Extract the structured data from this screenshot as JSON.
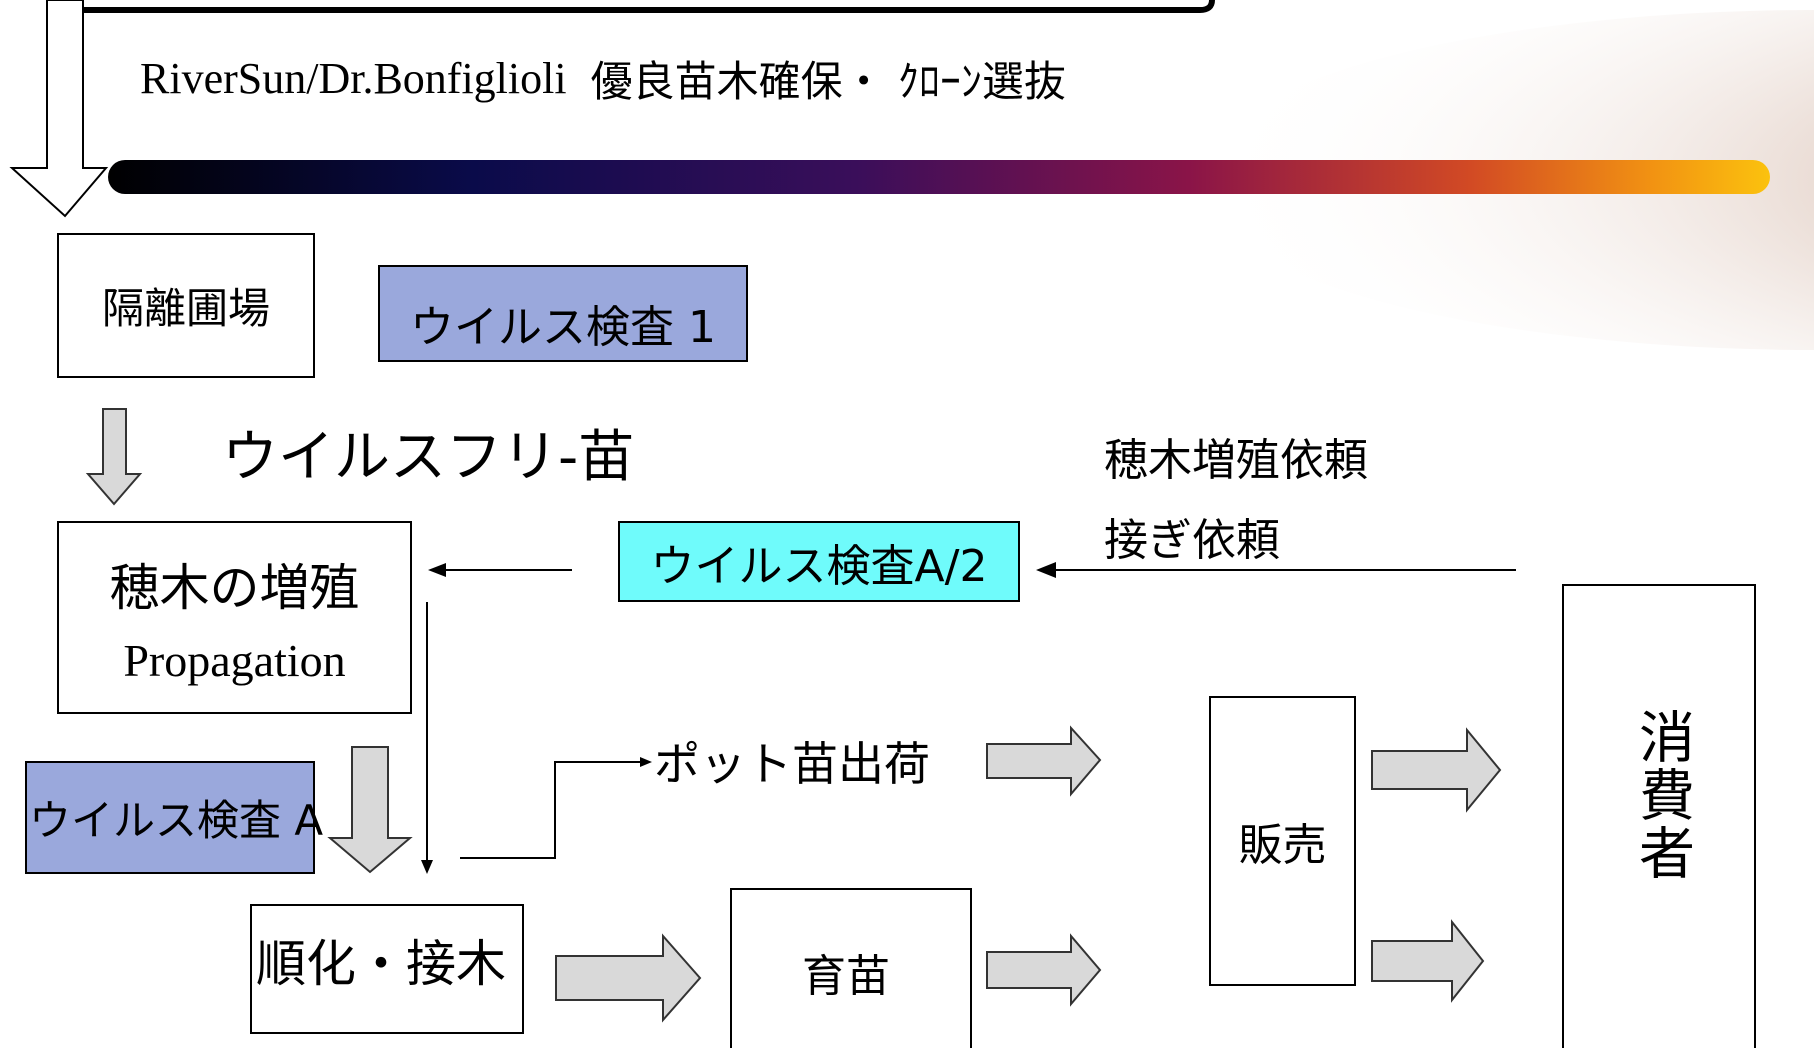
{
  "header": {
    "caption_latin": "RiverSun/Dr.Bonfiglioli",
    "caption_jp": "優良苗木確保・ ｸﾛｰﾝ選抜"
  },
  "boxes": {
    "isolation_field": "隔離圃場",
    "virus_test_1": "ウイルス検査 1",
    "scion_propagation": "穂木の増殖",
    "scion_propagation_en": "Propagation",
    "virus_test_a2": "ウイルス検査A/2",
    "virus_test_a": "ウイルス検査 A",
    "acclimation_grafting": "順化・接木",
    "seedling_raising": "育苗",
    "sales": "販売",
    "consumer": "消費者"
  },
  "labels": {
    "virus_free_seedling": "ウイルスフリ-苗",
    "scion_request": "穂木増殖依頼",
    "grafting_request": "接ぎ依頼",
    "pot_seedling_shipment": "ポット苗出荷"
  },
  "colors": {
    "virus_test_fill": "#9aa8dc",
    "virus_test_a2_fill": "#6ffbfb",
    "block_arrow_fill": "#d9d9d9",
    "comet_head": "#fbbf0e"
  }
}
